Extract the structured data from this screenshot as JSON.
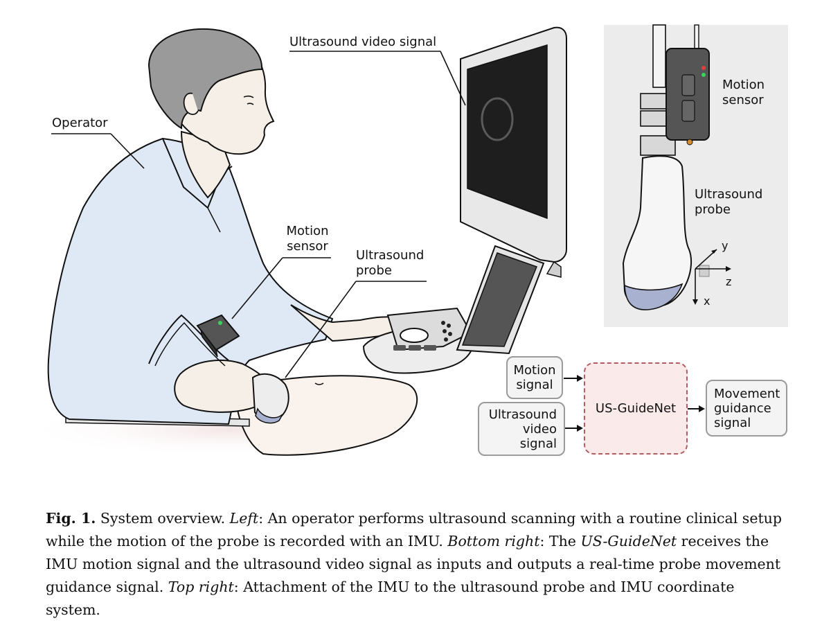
{
  "labels": {
    "operator": "Operator",
    "video_signal": "Ultrasound video signal",
    "motion_sensor_left": "Motion\nsensor",
    "probe_left": "Ultrasound\nprobe",
    "motion_sensor_right": "Motion\nsensor",
    "probe_right": "Ultrasound\nprobe",
    "axis_y": "y",
    "axis_z": "z",
    "axis_x": "x"
  },
  "diagram": {
    "motion_signal": "Motion\nsignal",
    "video_input": "Ultrasound\nvideo\nsignal",
    "network": "US-GuideNet",
    "output": "Movement\nguidance\nsignal"
  },
  "caption": {
    "fig": "Fig. 1.",
    "t1": " System overview. ",
    "left": "Left",
    "t2": ": An operator performs ultrasound scanning with a routine clinical setup while the motion of the probe is recorded with an IMU. ",
    "bottom_right": "Bottom right",
    "t3": ": The ",
    "net": "US-GuideNet",
    "t4": " receives the IMU motion signal and the ultrasound video signal as inputs and outputs a real-time probe movement guidance signal. ",
    "top_right": "Top right",
    "t5": ": Attachment of the IMU to the ultrasound probe and IMU coordinate system."
  },
  "colors": {
    "shirt": "#dfe8f5",
    "hair": "#9a9a9a",
    "network_fill": "#fbeaea",
    "network_border": "#b15b62",
    "inset_bg": "#ececec",
    "probe_tip": "#a9b1d0"
  }
}
